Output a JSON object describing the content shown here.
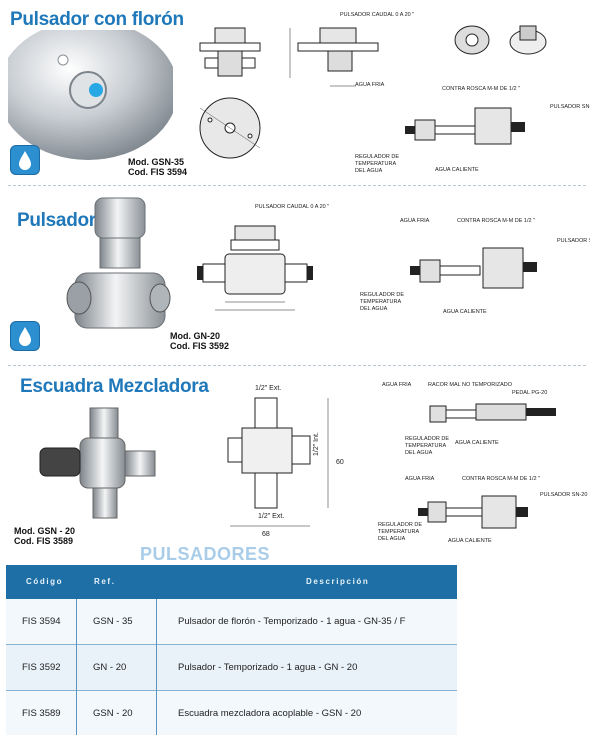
{
  "sections": [
    {
      "title": "Pulsador con florón",
      "model": "Mod. GSN-35",
      "code": "Cod. FIS 3594"
    },
    {
      "title": "Pulsador",
      "model": "Mod. GN-20",
      "code": "Cod. FIS 3592"
    },
    {
      "title": "Escuadra Mezcladora",
      "model": "Mod. GSN - 20",
      "code": "Cod. FIS 3589"
    }
  ],
  "diagram_labels": {
    "caudal": "PULSADOR CAUDAL 0 A 20 \"",
    "agua_fria": "AGUA FRIA",
    "agua_caliente": "AGUA CALIENTE",
    "contra_rosca": "CONTRA ROSCA M-M DE 1/2 \"",
    "pulsador_sn20": "PULSADOR SN-20",
    "regulador": "REGULADOR DE TEMPERATURA DEL AGUA",
    "racor": "RACOR MAL NO TEMPORIZADO",
    "pedal": "PEDAL PG-20",
    "half_ext": "1/2\" Ext.",
    "half_int": "1/2\" Int.",
    "dim_60": "60",
    "dim_68": "68"
  },
  "table": {
    "title": "PULSADORES",
    "headers": {
      "codigo": "Código",
      "ref": "Ref.",
      "descripcion": "Descripción"
    },
    "rows": [
      {
        "codigo": "FIS 3594",
        "ref": "GSN - 35",
        "descripcion": "Pulsador de  florón - Temporizado - 1 agua - GN-35 / F"
      },
      {
        "codigo": "FIS 3592",
        "ref": "GN - 20",
        "descripcion": "Pulsador - Temporizado    - 1 agua - GN - 20"
      },
      {
        "codigo": "FIS 3589",
        "ref": "GSN - 20",
        "descripcion": "Escuadra mezcladora acoplable -  GSN - 20"
      }
    ]
  },
  "colors": {
    "title_blue": "#1f78b9",
    "header_blue": "#1e6fa6",
    "drop_blue": "#2b8fd0"
  }
}
